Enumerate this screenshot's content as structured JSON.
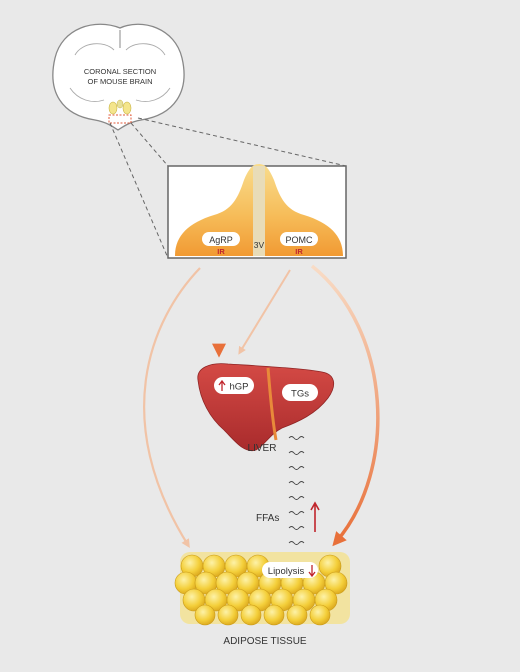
{
  "brain": {
    "caption_line1": "CORONAL SECTION",
    "caption_line2": "OF MOUSE BRAIN"
  },
  "hypothalamus": {
    "left_nucleus": "AgRP",
    "left_receptor": "IR",
    "ventricle": "3V",
    "right_nucleus": "POMC",
    "right_receptor": "IR"
  },
  "liver": {
    "label": "LIVER",
    "glucose_badge": "hGP",
    "tg_badge": "TGs"
  },
  "fatty_acids": {
    "label": "FFAs"
  },
  "adipose": {
    "label": "ADIPOSE TISSUE",
    "lipolysis_badge": "Lipolysis"
  },
  "colors": {
    "background": "#e9e9e9",
    "arrow_strong": "#e8703a",
    "arrow_faint": "#f1c3a6",
    "liver": "#c43a38",
    "nucleus": "#f3a43a",
    "fat_cell": "#f2c82a",
    "up_arrow": "#c0262d"
  }
}
